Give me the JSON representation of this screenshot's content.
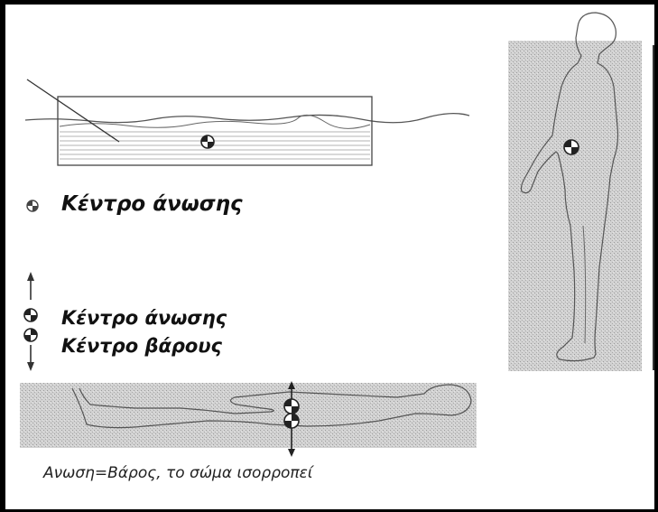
{
  "labels": {
    "buoyancy_center_top": "Κέντρο άνωσης",
    "buoyancy_center": "Κέντρο άνωσης",
    "gravity_center": "Κέντρο βάρους"
  },
  "caption": "Ανωση=Βάρος, το σώμα ισορροπεί",
  "colors": {
    "frame": "#000000",
    "stipple_bg": "#c9c9c9",
    "line": "#333333"
  }
}
